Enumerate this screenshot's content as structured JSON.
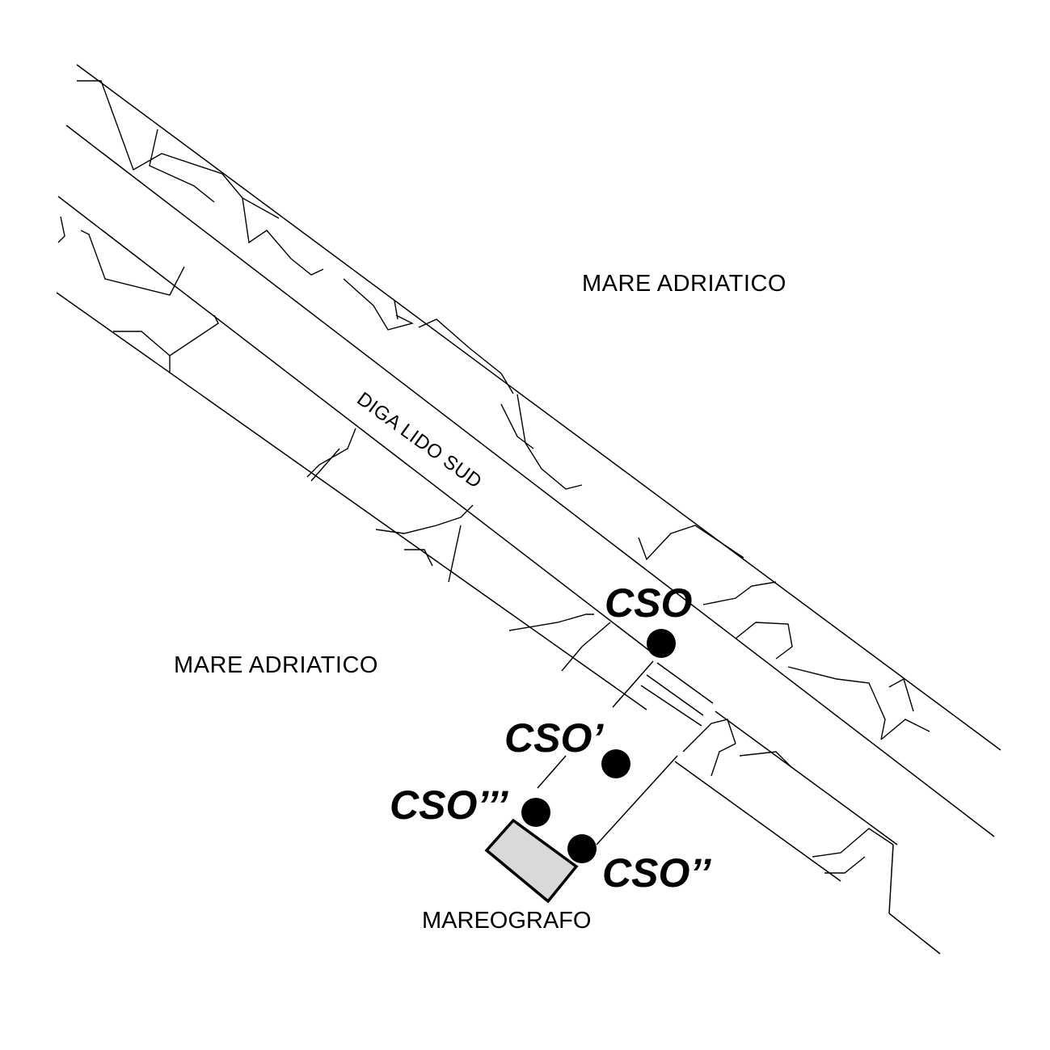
{
  "labels": {
    "sea_north": "MARE ADRIATICO",
    "sea_south": "MARE ADRIATICO",
    "dam": "DIGA LIDO SUD",
    "gauge": "MAREOGRAFO"
  },
  "stations": [
    {
      "id": "CSO",
      "label": "CSO"
    },
    {
      "id": "CSO1",
      "label": "CSO’"
    },
    {
      "id": "CSO3",
      "label": "CSO’’’"
    },
    {
      "id": "CSO2",
      "label": "CSO’’"
    }
  ],
  "colors": {
    "line": "#000000",
    "station_marker": "#000000",
    "gauge_fill": "#d9d9dc",
    "background": "#ffffff"
  }
}
